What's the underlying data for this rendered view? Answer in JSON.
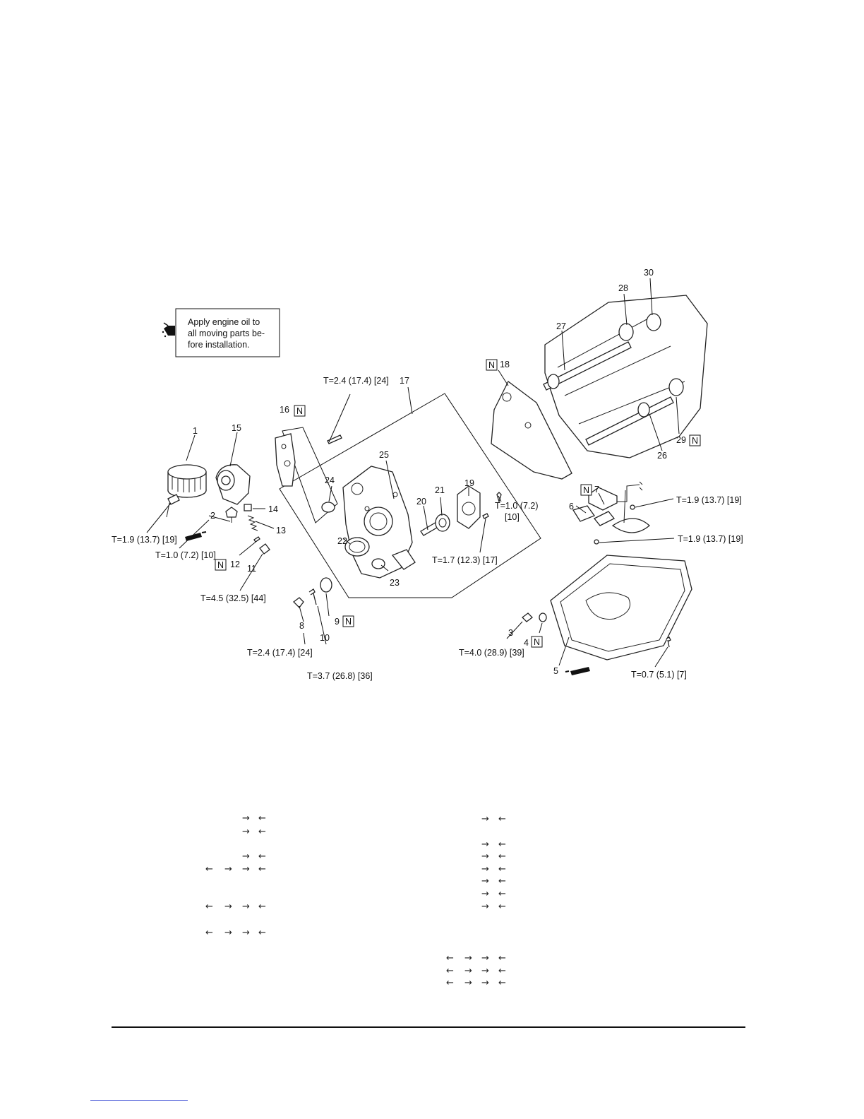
{
  "note_box": {
    "icon": "oil-can-icon",
    "lines": [
      "Apply engine oil to",
      "all moving parts be-",
      "fore installation."
    ]
  },
  "new_part_mark": "N",
  "callouts": {
    "c1": "1",
    "c2": "2",
    "c3": "3",
    "c4": "4",
    "c5": "5",
    "c6": "6",
    "c7": "7",
    "c8": "8",
    "c9": "9",
    "c10": "10",
    "c11": "11",
    "c12": "12",
    "c13": "13",
    "c14": "14",
    "c15": "15",
    "c16": "16",
    "c17": "17",
    "c18": "18",
    "c19": "19",
    "c20": "20",
    "c21": "21",
    "c22": "22",
    "c23": "23",
    "c24": "24",
    "c25": "25",
    "c26": "26",
    "c27": "27",
    "c28": "28",
    "c29": "29",
    "c30": "30"
  },
  "torques": {
    "t_oil_filter_union": "T=1.9 (13.7) [19]",
    "t_pressure_switch": "T=1.0 (7.2) [10]",
    "t_relief_plug": "T=4.5 (32.5) [44]",
    "t_bolt_8": "T=2.4 (17.4) [24]",
    "t_bolt_10": "T=3.7 (26.8) [36]",
    "t_case_bolt": "T=2.4 (17.4) [24]",
    "t_rotor_plate_a": "T=1.7 (12.3) [17]",
    "t_rotor_plate_b_line1": "T=1.0 (7.2)",
    "t_rotor_plate_b_line2": "[10]",
    "t_strainer_nut": "T=1.9 (13.7) [19]",
    "t_strainer_bolt": "T=1.9 (13.7) [19]",
    "t_drain_plug": "T=4.0 (28.9) [39]",
    "t_pan_bolt": "T=0.7 (5.1) [7]"
  },
  "arrow_glyphs": {
    "right": "→",
    "left": "←"
  }
}
